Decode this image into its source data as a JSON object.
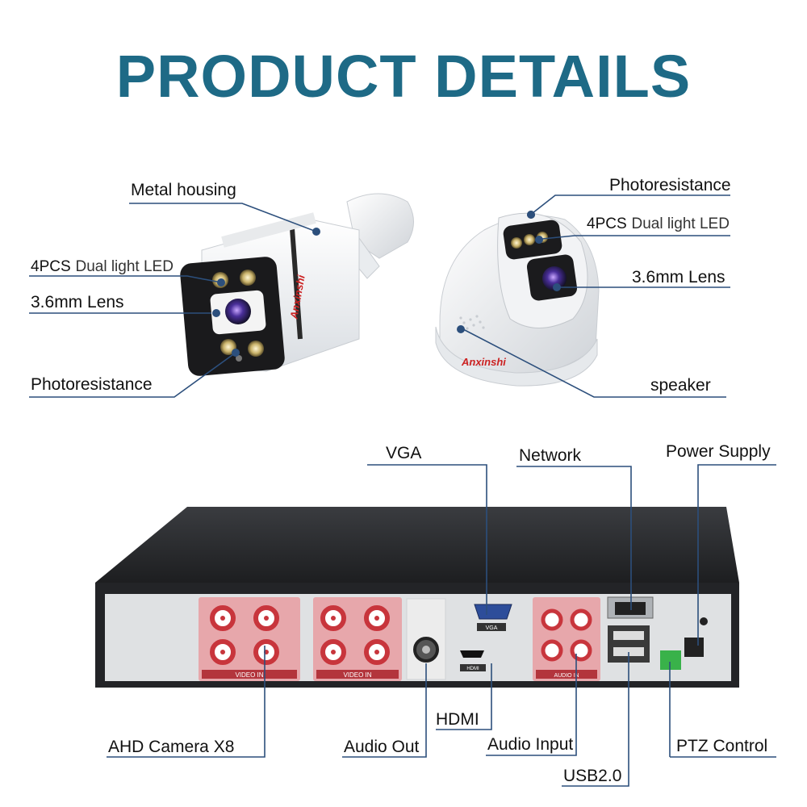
{
  "title": "PRODUCT DETAILS",
  "brand": "Anxinshi",
  "bullet": {
    "metal_housing": "Metal housing",
    "led_prefix": "4PCS",
    "led_rest": "Dual light LED",
    "lens": "3.6mm Lens",
    "photoresistance": "Photoresistance"
  },
  "dome": {
    "photoresistance": "Photoresistance",
    "led_prefix": "4PCS",
    "led_rest": "Dual light LED",
    "lens": "3.6mm Lens",
    "speaker": "speaker"
  },
  "dvr": {
    "vga": "VGA",
    "network": "Network",
    "power_supply": "Power Supply",
    "ahd_camera": "AHD Camera X8",
    "audio_out": "Audio Out",
    "hdmi": "HDMI",
    "audio_input": "Audio Input",
    "ptz_control": "PTZ Control",
    "usb": "USB2.0",
    "video_in_label": "VIDEO IN",
    "audio_in_label": "AUDIO IN",
    "vga_tag": "VGA",
    "hdmi_tag": "HDMI"
  },
  "colors": {
    "title": "#1e6a86",
    "leader_line": "#2c4f7c",
    "bnc_panel": "#e7a7ab",
    "bnc_ring": "#c8353c",
    "dvr_body": "#2b2d30"
  }
}
